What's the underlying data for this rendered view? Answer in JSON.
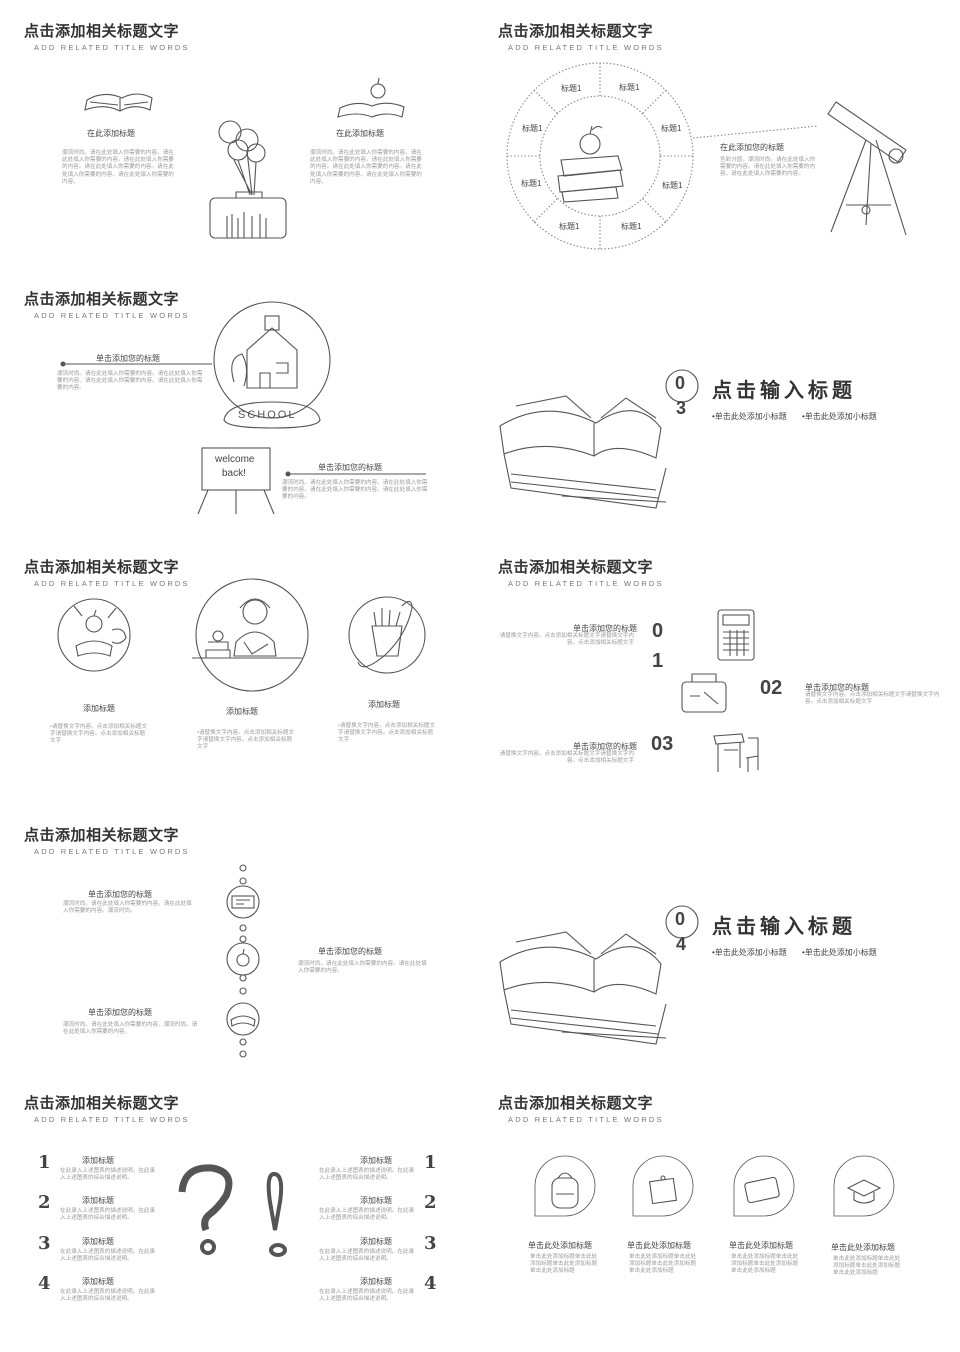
{
  "slide1": {
    "title": "点击添加相关标题文字",
    "subtitle": "ADD RELATED TITLE WORDS",
    "left_heading": "在此添加标题",
    "left_body": "潮流时尚。请在此处填入你需要的内容。请在此处填入你需要的内容。请在此处填入你需要的内容。请在此处填入你需要的内容。请在此处填入你需要的内容。请在此处填入你需要的内容。",
    "right_heading": "在此添加标题",
    "right_body": "潮流时尚。请在此处填入你需要的内容。请在此处填入你需要的内容。请在此处填入你需要的内容。请在此处填入你需要的内容。请在此处填入你需要的内容。请在此处填入你需要的内容。"
  },
  "slide2": {
    "title": "点击添加相关标题文字",
    "subtitle": "ADD RELATED TITLE WORDS",
    "segments": [
      "标题1",
      "标题1",
      "标题1",
      "标题1",
      "标题1",
      "标题1",
      "标题1",
      "标题1"
    ],
    "heading": "在此添加您的标题",
    "body": "色彩分层。潮流时尚。请在此处填入你需要的内容。请在此处填入你需要的内容。请在此处填入你需要的内容。"
  },
  "slide3": {
    "title": "点击添加相关标题文字",
    "subtitle": "ADD RELATED TITLE WORDS",
    "heading1": "单击添加您的标题",
    "body1": "潮流时尚。请在此处填入你需要的内容。请在此处填入你需要的内容。请在此处填入你需要的内容。请在此处填入你需要的内容。",
    "heading2": "单击添加您的标题",
    "body2": "潮流时尚。请在此处填入你需要的内容。请在此处填入你需要的内容。请在此处填入你需要的内容。请在此处填入你需要的内容。",
    "globe_label": "SCHOOL",
    "board_line1": "welcome",
    "board_line2": "back!"
  },
  "slide4": {
    "num_top": "0",
    "num_bottom": "3",
    "title": "点击输入标题",
    "sub1": "•单击此处添加小标题",
    "sub2": "•单击此处添加小标题"
  },
  "slide5": {
    "title": "点击添加相关标题文字",
    "subtitle": "ADD RELATED TITLE WORDS",
    "items": [
      {
        "heading": "添加标题",
        "body": "•请替换文字内容。点击添加相关标题文字请替换文字内容。点击添加相关标题文字"
      },
      {
        "heading": "添加标题",
        "body": "•请替换文字内容。点击添加相关标题文字请替换文字内容。点击添加相关标题文字"
      },
      {
        "heading": "添加标题",
        "body": "•请替换文字内容。点击添加相关标题文字请替换文字内容。点击添加相关标题文字"
      }
    ]
  },
  "slide6": {
    "title": "点击添加相关标题文字",
    "subtitle": "ADD RELATED TITLE WORDS",
    "items": [
      {
        "num_a": "0",
        "num_b": "1",
        "heading": "单击添加您的标题",
        "body": "请替换文字内容。点击添加相关标题文字请替换文字内容。点击添加相关标题文字"
      },
      {
        "num": "02",
        "heading": "单击添加您的标题",
        "body": "请替换文字内容。点击添加相关标题文字请替换文字内容。点击添加相关标题文字"
      },
      {
        "num": "03",
        "heading": "单击添加您的标题",
        "body": "请替换文字内容。点击添加相关标题文字请替换文字内容。点击添加相关标题文字"
      }
    ]
  },
  "slide7": {
    "title": "点击添加相关标题文字",
    "subtitle": "ADD RELATED TITLE WORDS",
    "heading1": "单击添加您的标题",
    "body1": "潮流时尚。请在此处填入你需要的内容。请在此处填入你需要的内容。潮流时尚。",
    "heading2": "单击添加您的标题",
    "body2": "潮流时尚。请在此处填入你需要的内容。请在此处填入你需要的内容。",
    "heading3": "单击添加您的标题",
    "body3": "潮流时尚。请在此处填入你需要的内容。潮流时尚。请在此处填入你需要的内容。"
  },
  "slide8": {
    "num_top": "0",
    "num_bottom": "4",
    "title": "点击输入标题",
    "sub1": "•单击此处添加小标题",
    "sub2": "•单击此处添加小标题"
  },
  "slide9": {
    "title": "点击添加相关标题文字",
    "subtitle": "ADD RELATED TITLE WORDS",
    "left": [
      {
        "num": "1",
        "heading": "添加标题",
        "body": "在此录入上述图表的描述说明。在此录入上述图表的综合描述说明。"
      },
      {
        "num": "2",
        "heading": "添加标题",
        "body": "在此录入上述图表的描述说明。在此录入上述图表的综合描述说明。"
      },
      {
        "num": "3",
        "heading": "添加标题",
        "body": "在此录入上述图表的描述说明。在此录入上述图表的综合描述说明。"
      },
      {
        "num": "4",
        "heading": "添加标题",
        "body": "在此录入上述图表的描述说明。在此录入上述图表的综合描述说明。"
      }
    ],
    "right": [
      {
        "num": "1",
        "heading": "添加标题",
        "body": "在此录入上述图表的描述说明。在此录入上述图表的综合描述说明。"
      },
      {
        "num": "2",
        "heading": "添加标题",
        "body": "在此录入上述图表的描述说明。在此录入上述图表的综合描述说明。"
      },
      {
        "num": "3",
        "heading": "添加标题",
        "body": "在此录入上述图表的描述说明。在此录入上述图表的综合描述说明。"
      },
      {
        "num": "4",
        "heading": "添加标题",
        "body": "在此录入上述图表的描述说明。在此录入上述图表的综合描述说明。"
      }
    ]
  },
  "slide10": {
    "title": "点击添加相关标题文字",
    "subtitle": "ADD RELATED TITLE WORDS",
    "items": [
      {
        "heading": "单击此处添加标题",
        "body": "单击此处添加标题单击此处添加标题单击此处添加标题单击此处添加标题"
      },
      {
        "heading": "单击此处添加标题",
        "body": "单击此处添加标题单击此处添加标题单击此处添加标题单击此处添加标题"
      },
      {
        "heading": "单击此处添加标题",
        "body": "单击此处添加标题单击此处添加标题单击此处添加标题单击此处添加标题"
      },
      {
        "heading": "单击此处添加标题",
        "body": "单击此处添加标题单击此处添加标题单击此处添加标题单击此处添加标题"
      }
    ]
  }
}
